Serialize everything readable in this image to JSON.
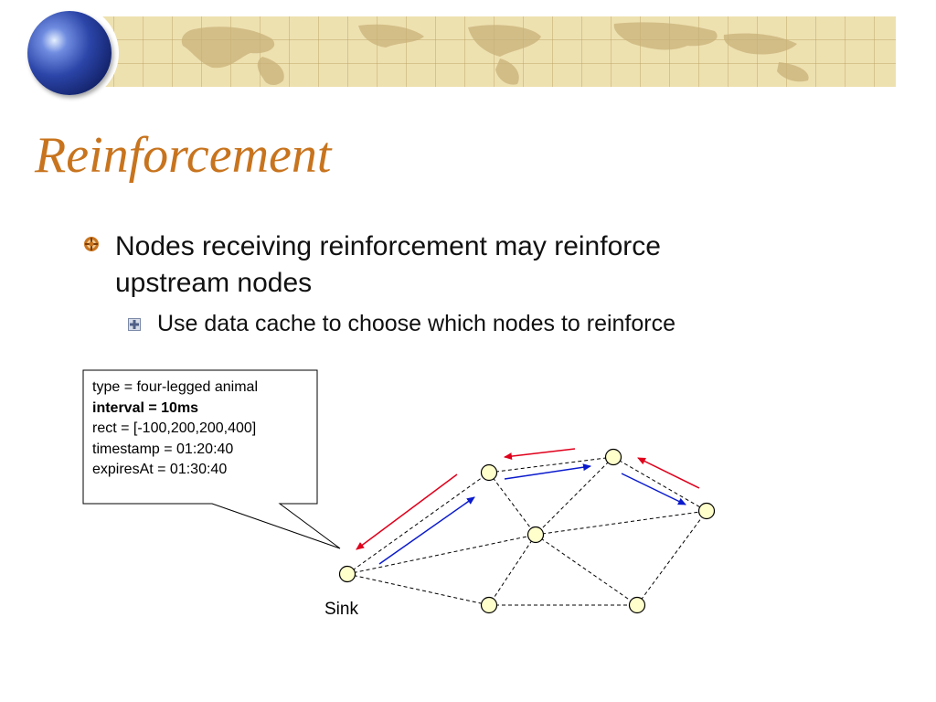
{
  "slide": {
    "title": "Reinforcement",
    "bullets": [
      {
        "text": "Nodes receiving reinforcement may reinforce upstream nodes",
        "sub_bullets": [
          {
            "text": "Use data cache to choose which nodes to reinforce"
          }
        ]
      }
    ]
  },
  "callout": {
    "lines": [
      "type = four-legged animal",
      "interval = 10ms",
      "rect = [-100,200,200,400]",
      "timestamp = 01:20:40",
      "expiresAt = 01:30:40"
    ],
    "bold_line_index": 1
  },
  "diagram": {
    "sink_label": "Sink",
    "colors": {
      "node_fill": "#ffffcc",
      "reinforce_arrow": "#e0001b",
      "data_arrow": "#0a1acc",
      "title": "#c8741e",
      "banner": "#eee1b0"
    }
  }
}
